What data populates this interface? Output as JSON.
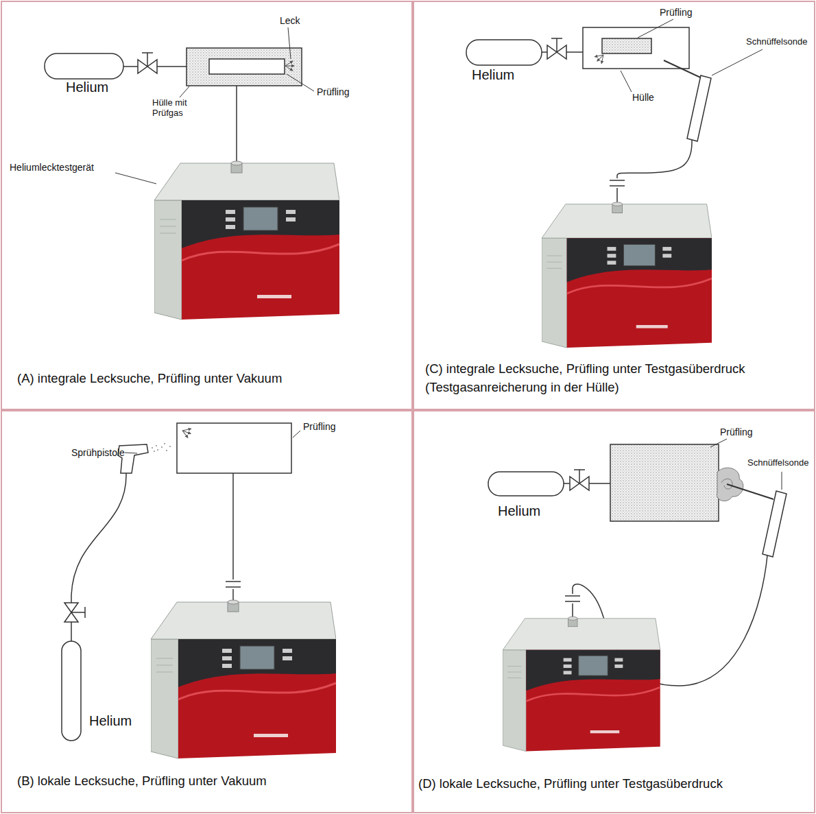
{
  "diagram": {
    "nodes": [
      {
        "text": [
          "(A) integrale Lecksuche, Prüfling unter Vakuum"
        ]
      },
      {
        "text": [
          "(C) integrale Lecksuche, Prüfling unter Testgasüberdruck (Testgasanreicherung in der Hülle)"
        ]
      },
      {
        "text": [
          "(B) lokale Lecksuche, Prüfling unter Vakuum"
        ]
      },
      {
        "text": [
          "(D) lokale Lecksuche, Prüfling unter Testgasüberdruck"
        ]
      }
    ],
    "labels": [
      "Leck",
      "Helium",
      "Prüfling",
      "Hülle mit Prüfgas",
      "Heliumlecktestgerät",
      "Prüfling",
      "Schnüffelsonde",
      "Helium",
      "Hülle",
      "Sprühpistole",
      "Prüfling",
      "Helium",
      "Prüfling",
      "Schnüffelsonde",
      "Helium"
    ]
  }
}
